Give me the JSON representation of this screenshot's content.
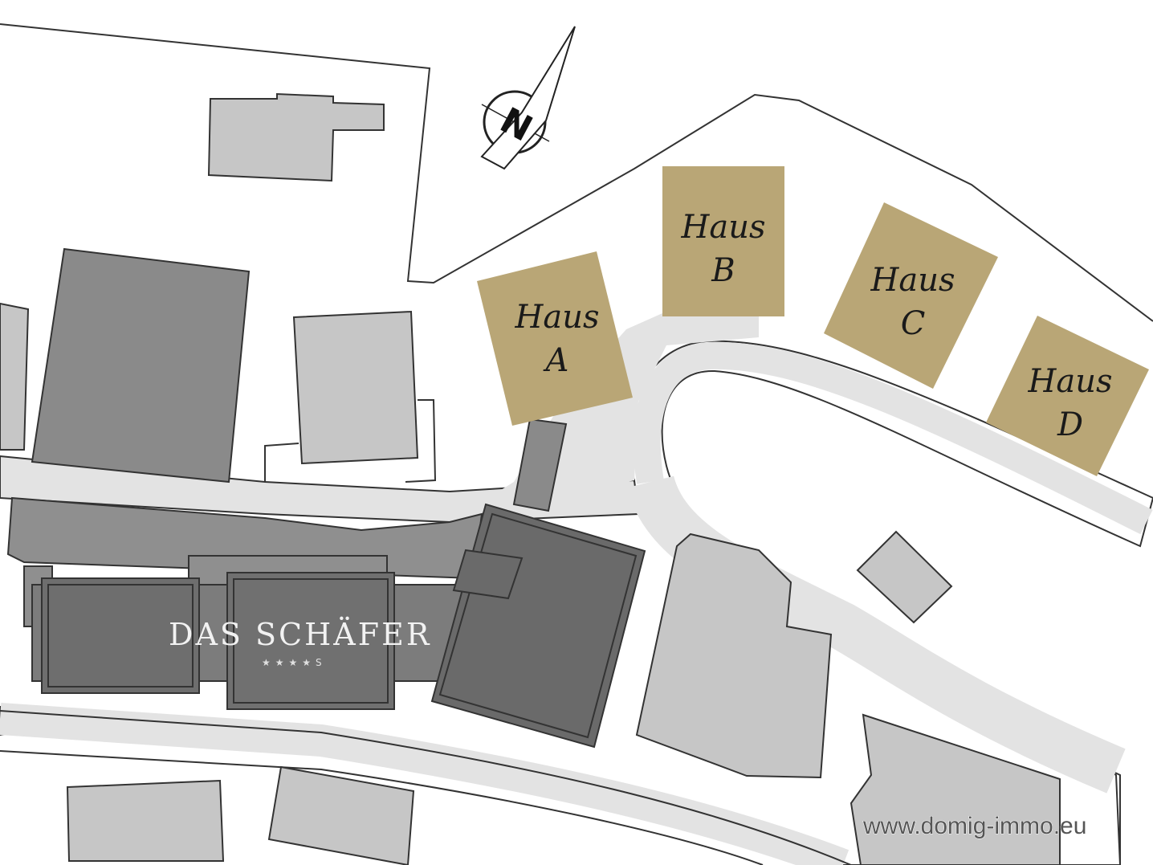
{
  "map": {
    "north_label": "N",
    "houses": [
      {
        "name": "Haus",
        "letter": "A"
      },
      {
        "name": "Haus",
        "letter": "B"
      },
      {
        "name": "Haus",
        "letter": "C"
      },
      {
        "name": "Haus",
        "letter": "D"
      }
    ],
    "hotel_logo": {
      "name": "DAS SCHÄFER",
      "stars": "★★★★S"
    },
    "watermark": "www.domig-immo.eu",
    "colors": {
      "house": "#b9a676",
      "road": "#e3e3e3",
      "building_light": "#c6c6c6",
      "building_dark": "#6e6e6e",
      "outline": "#333333"
    }
  }
}
